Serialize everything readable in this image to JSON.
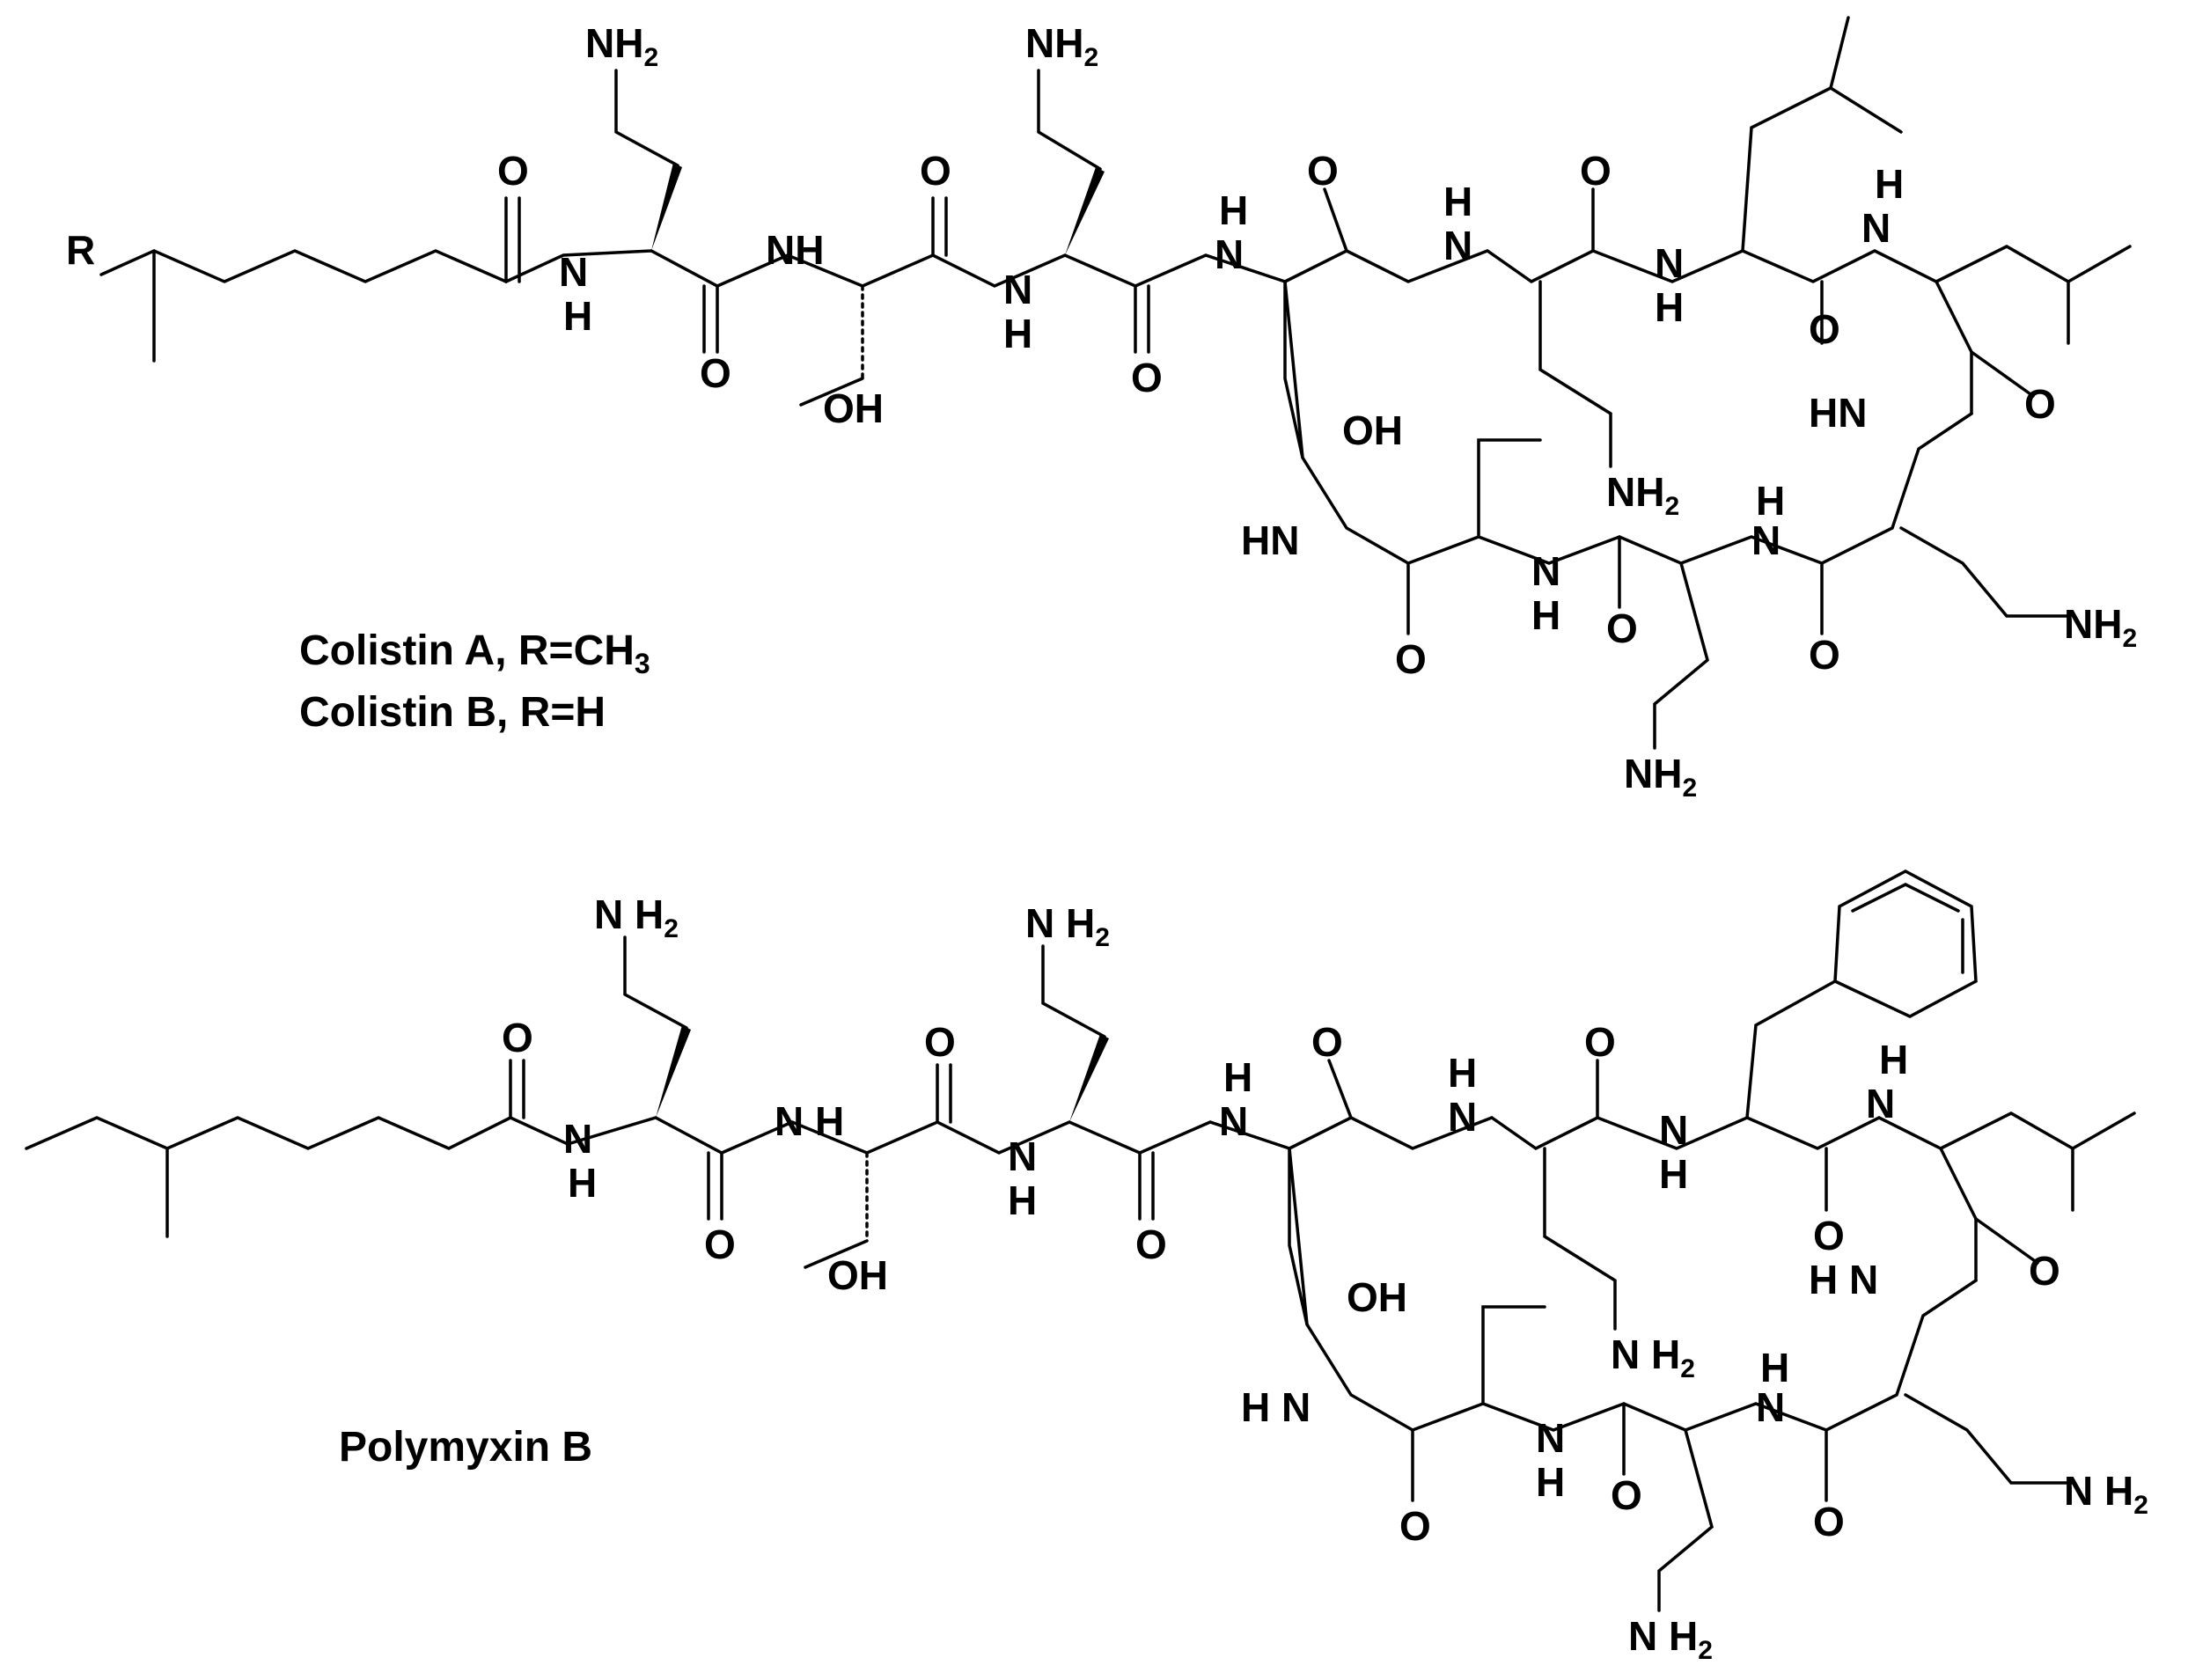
{
  "labels": {
    "NH2": "NH",
    "NH2_sub": "2",
    "NH": "NH",
    "HN": "HN",
    "H": "H",
    "N": "N",
    "O": "O",
    "OH": "OH",
    "R": "R",
    "polymyxin_NH2": "N H",
    "polymyxin_NH2_sub": "2",
    "polymyxin_NH": "N H",
    "polymyxin_HN": "H N"
  },
  "captions": {
    "colistin_a_prefix": "Colistin A, R=CH",
    "colistin_a_sub": "3",
    "colistin_b": "Colistin B, R=H",
    "polymyxin_b": "Polymyxin  B"
  }
}
